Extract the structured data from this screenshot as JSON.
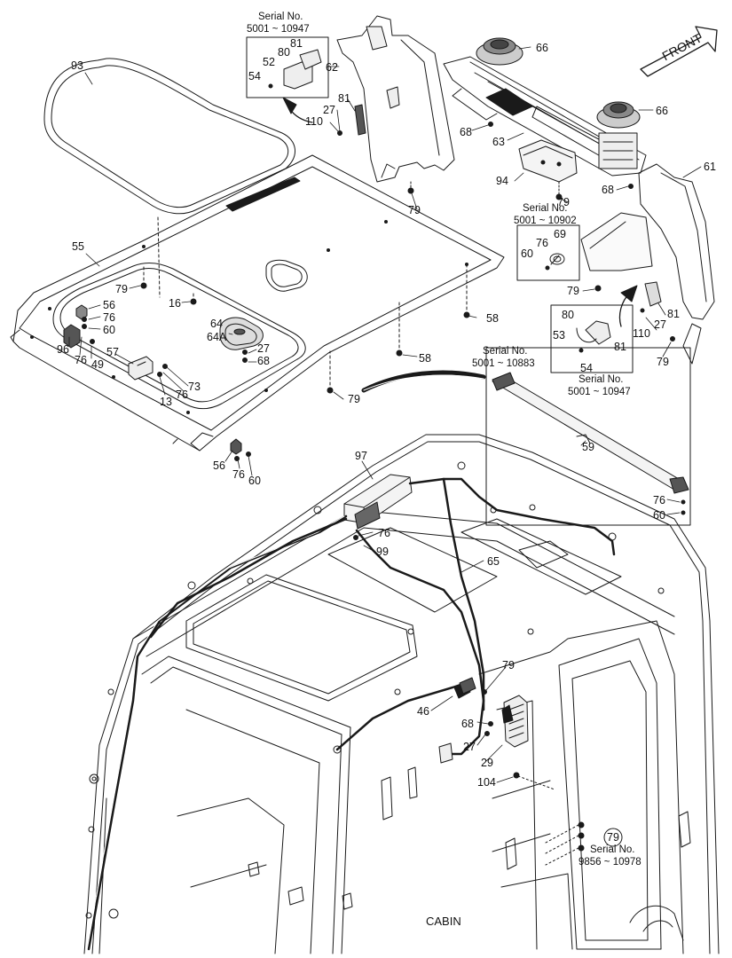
{
  "front_arrow": {
    "label": "FRONT"
  },
  "footer": {
    "cabin_label": "CABIN"
  },
  "serial_notes": [
    {
      "title": "Serial No.",
      "range": "5001 ~ 10947"
    },
    {
      "title": "Serial No.",
      "range": "5001 ~ 10902"
    },
    {
      "title": "Serial No.",
      "range": "5001 ~ 10883"
    },
    {
      "title": "Serial No.",
      "range": "5001 ~ 10947"
    },
    {
      "title": "Serial No.",
      "range": "9856 ~ 10978"
    }
  ],
  "callouts": {
    "c93": "93",
    "c55": "55",
    "c79a": "79",
    "c16": "16",
    "c56a": "56",
    "c76a": "76",
    "c60a": "60",
    "c96": "96",
    "c76b": "76",
    "c49": "49",
    "c57": "57",
    "c13": "13",
    "c76c": "76",
    "c73": "73",
    "c64": "64",
    "c64A": "64A",
    "c27a": "27",
    "c68a": "68",
    "c79b": "79",
    "c56b": "56",
    "c76d": "76",
    "c60b": "60",
    "c58a": "58",
    "c58b": "58",
    "c62": "62",
    "c52": "52",
    "c80a": "80",
    "c81a": "81",
    "c54a": "54",
    "c81b": "81",
    "c27b": "27",
    "c110a": "110",
    "c79c": "79",
    "c66a": "66",
    "c66b": "66",
    "c68b": "68",
    "c63": "63",
    "c94": "94",
    "c79d": "79",
    "c68c": "68",
    "c61": "61",
    "c69": "69",
    "c76e": "76",
    "c60c": "60",
    "c79e": "79",
    "c80b": "80",
    "c53": "53",
    "c81c": "81",
    "c54b": "54",
    "c81d": "81",
    "c27c": "27",
    "c110b": "110",
    "c79f": "79",
    "c59": "59",
    "c76f": "76",
    "c60d": "60",
    "c97": "97",
    "c76g": "76",
    "c99": "99",
    "c65": "65",
    "c79g": "79",
    "c46": "46",
    "c68d": "68",
    "c27d": "27",
    "c29": "29",
    "c104": "104",
    "c79h": "79"
  }
}
